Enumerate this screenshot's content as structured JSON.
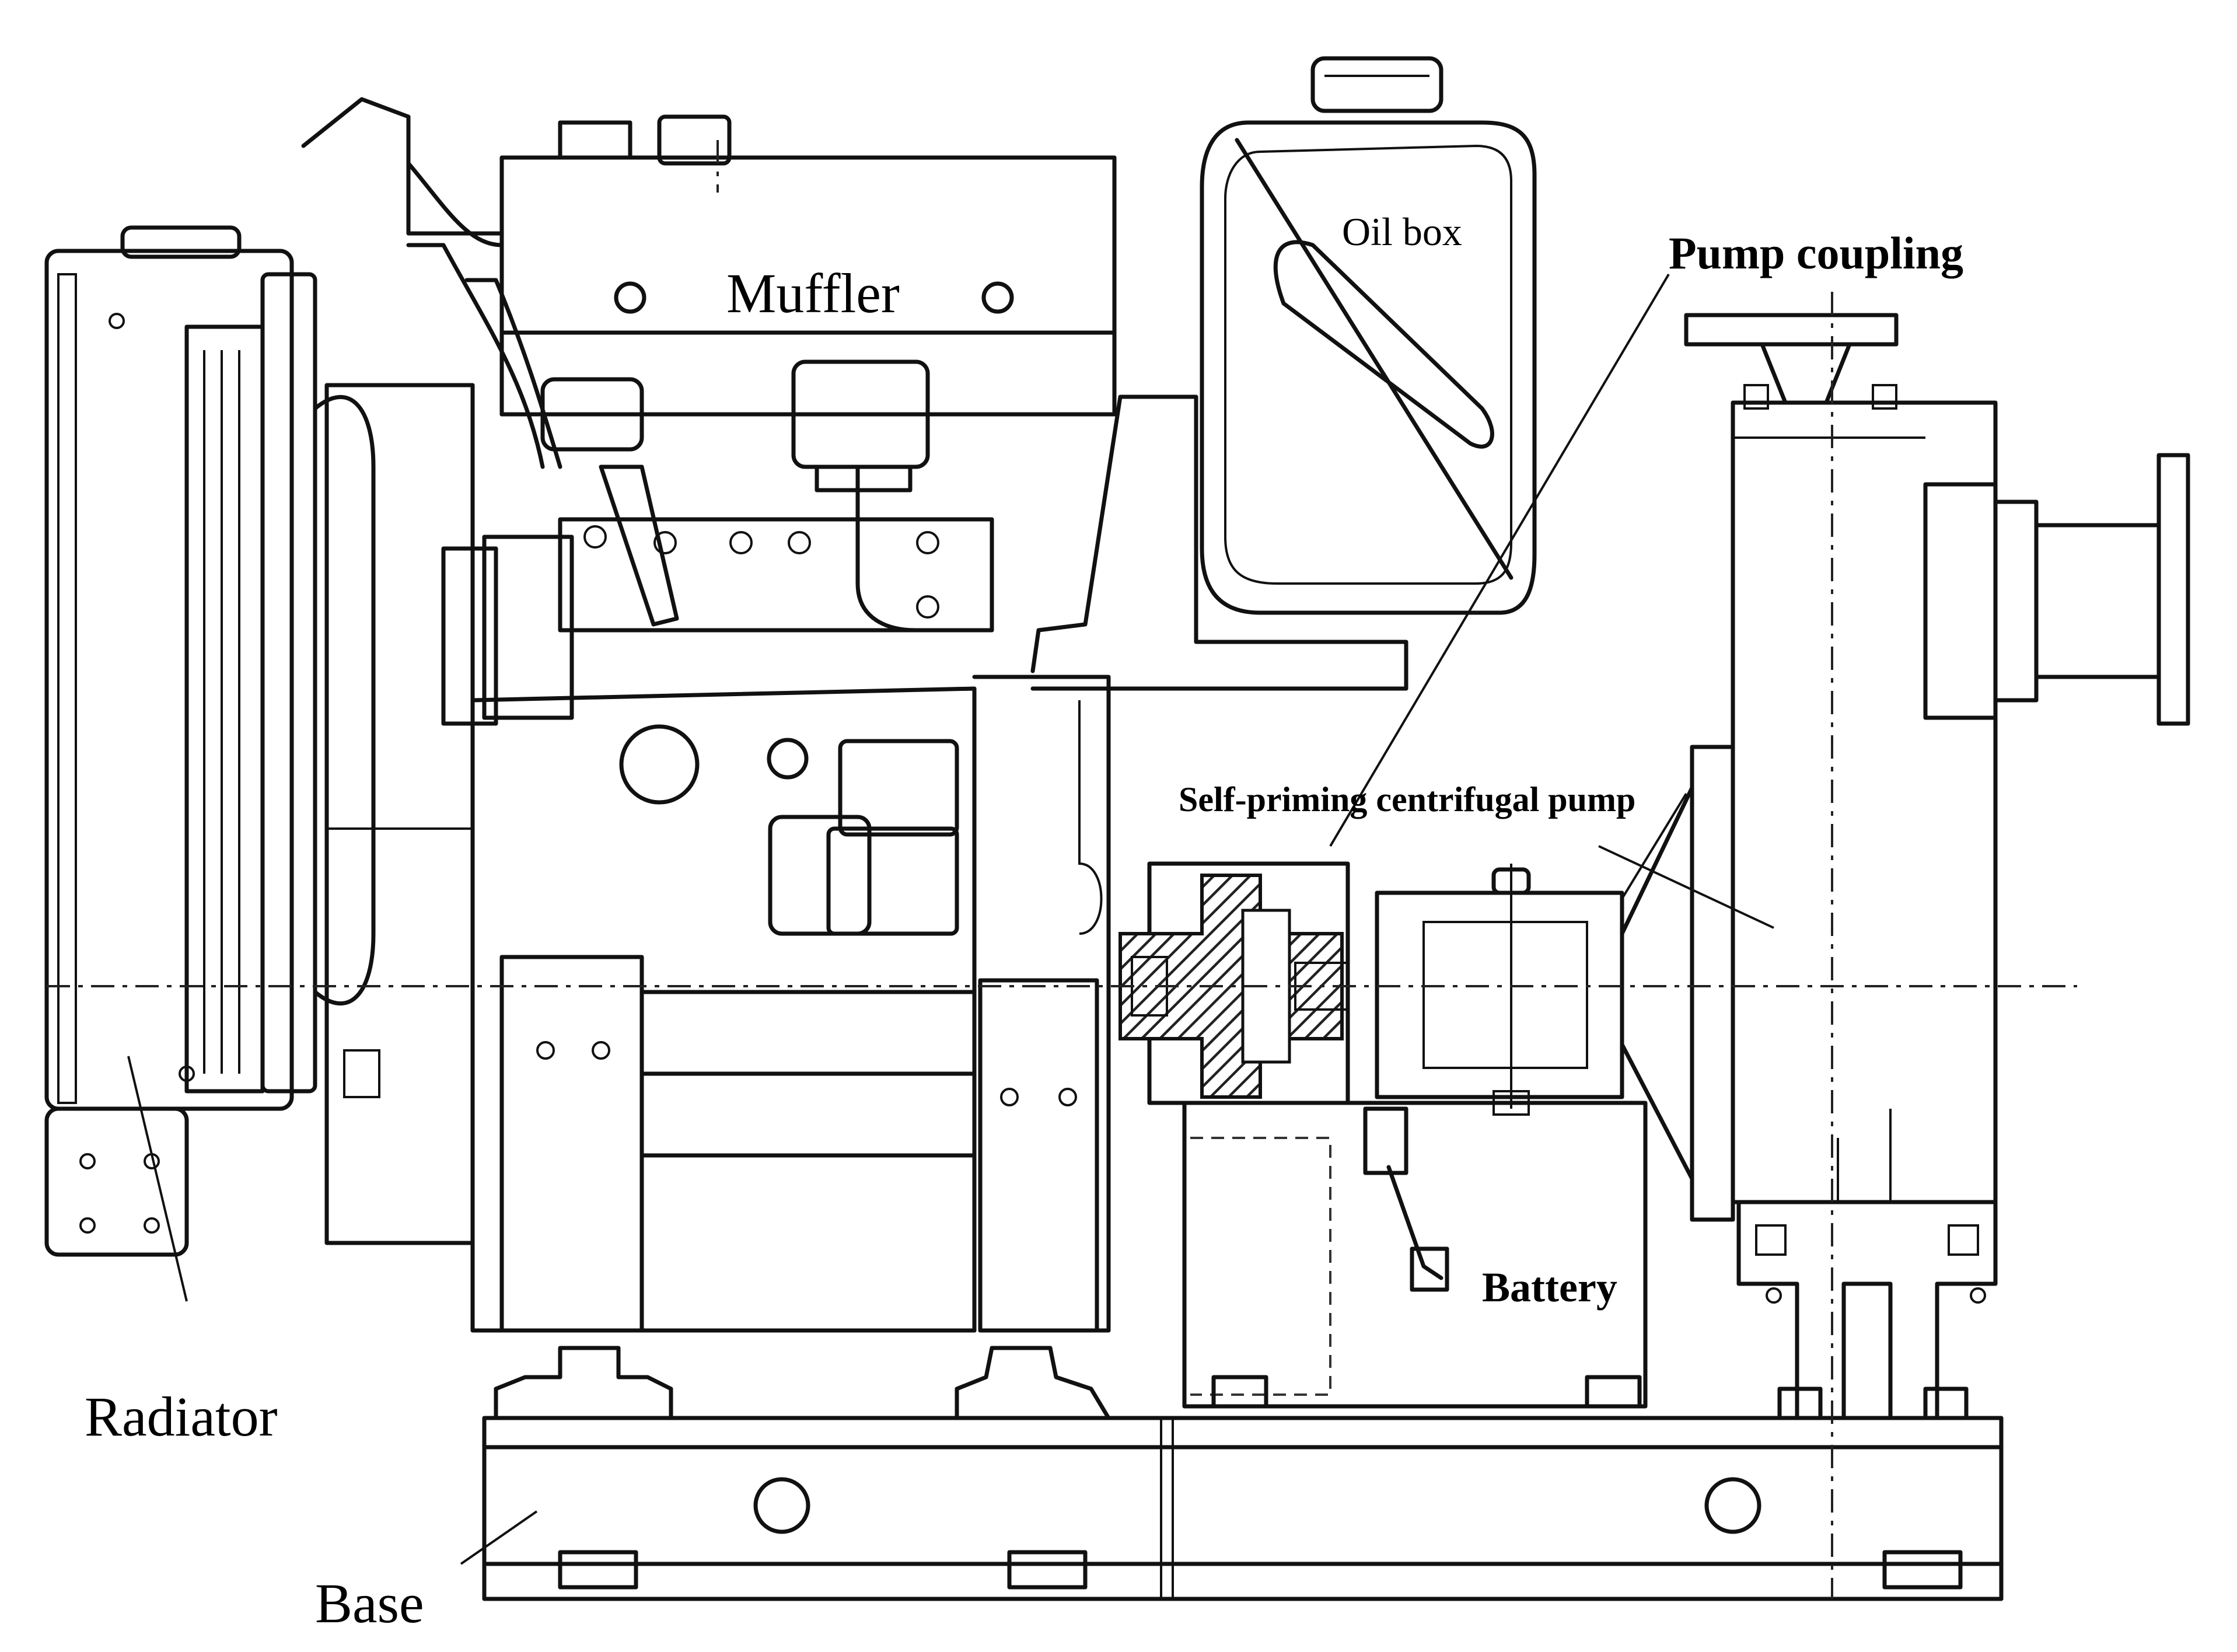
{
  "labels": {
    "muffler": "Muffler",
    "oil_box": "Oil box",
    "pump_coupling": "Pump coupling",
    "self_priming_pump": "Self-priming centrifugal pump",
    "battery": "Battery",
    "radiator": "Radiator",
    "base": "Base"
  }
}
